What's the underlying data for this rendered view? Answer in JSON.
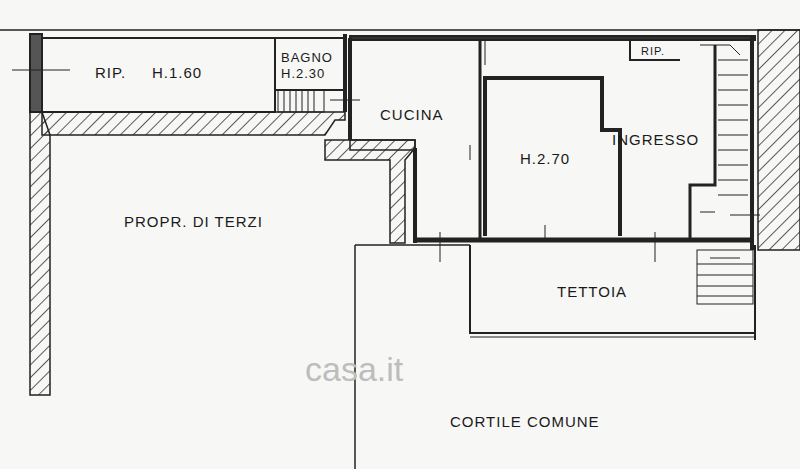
{
  "diagram": {
    "labels": [
      "RIP.",
      "H.1.60",
      "BAGNO",
      "H.2.30",
      "CUCINA",
      "H.2.70",
      "INGRESSO",
      "RIP.",
      "PROPR. DI TERZI",
      "TETTOIA",
      "CORTILE COMUNE",
      "casa.it"
    ]
  }
}
